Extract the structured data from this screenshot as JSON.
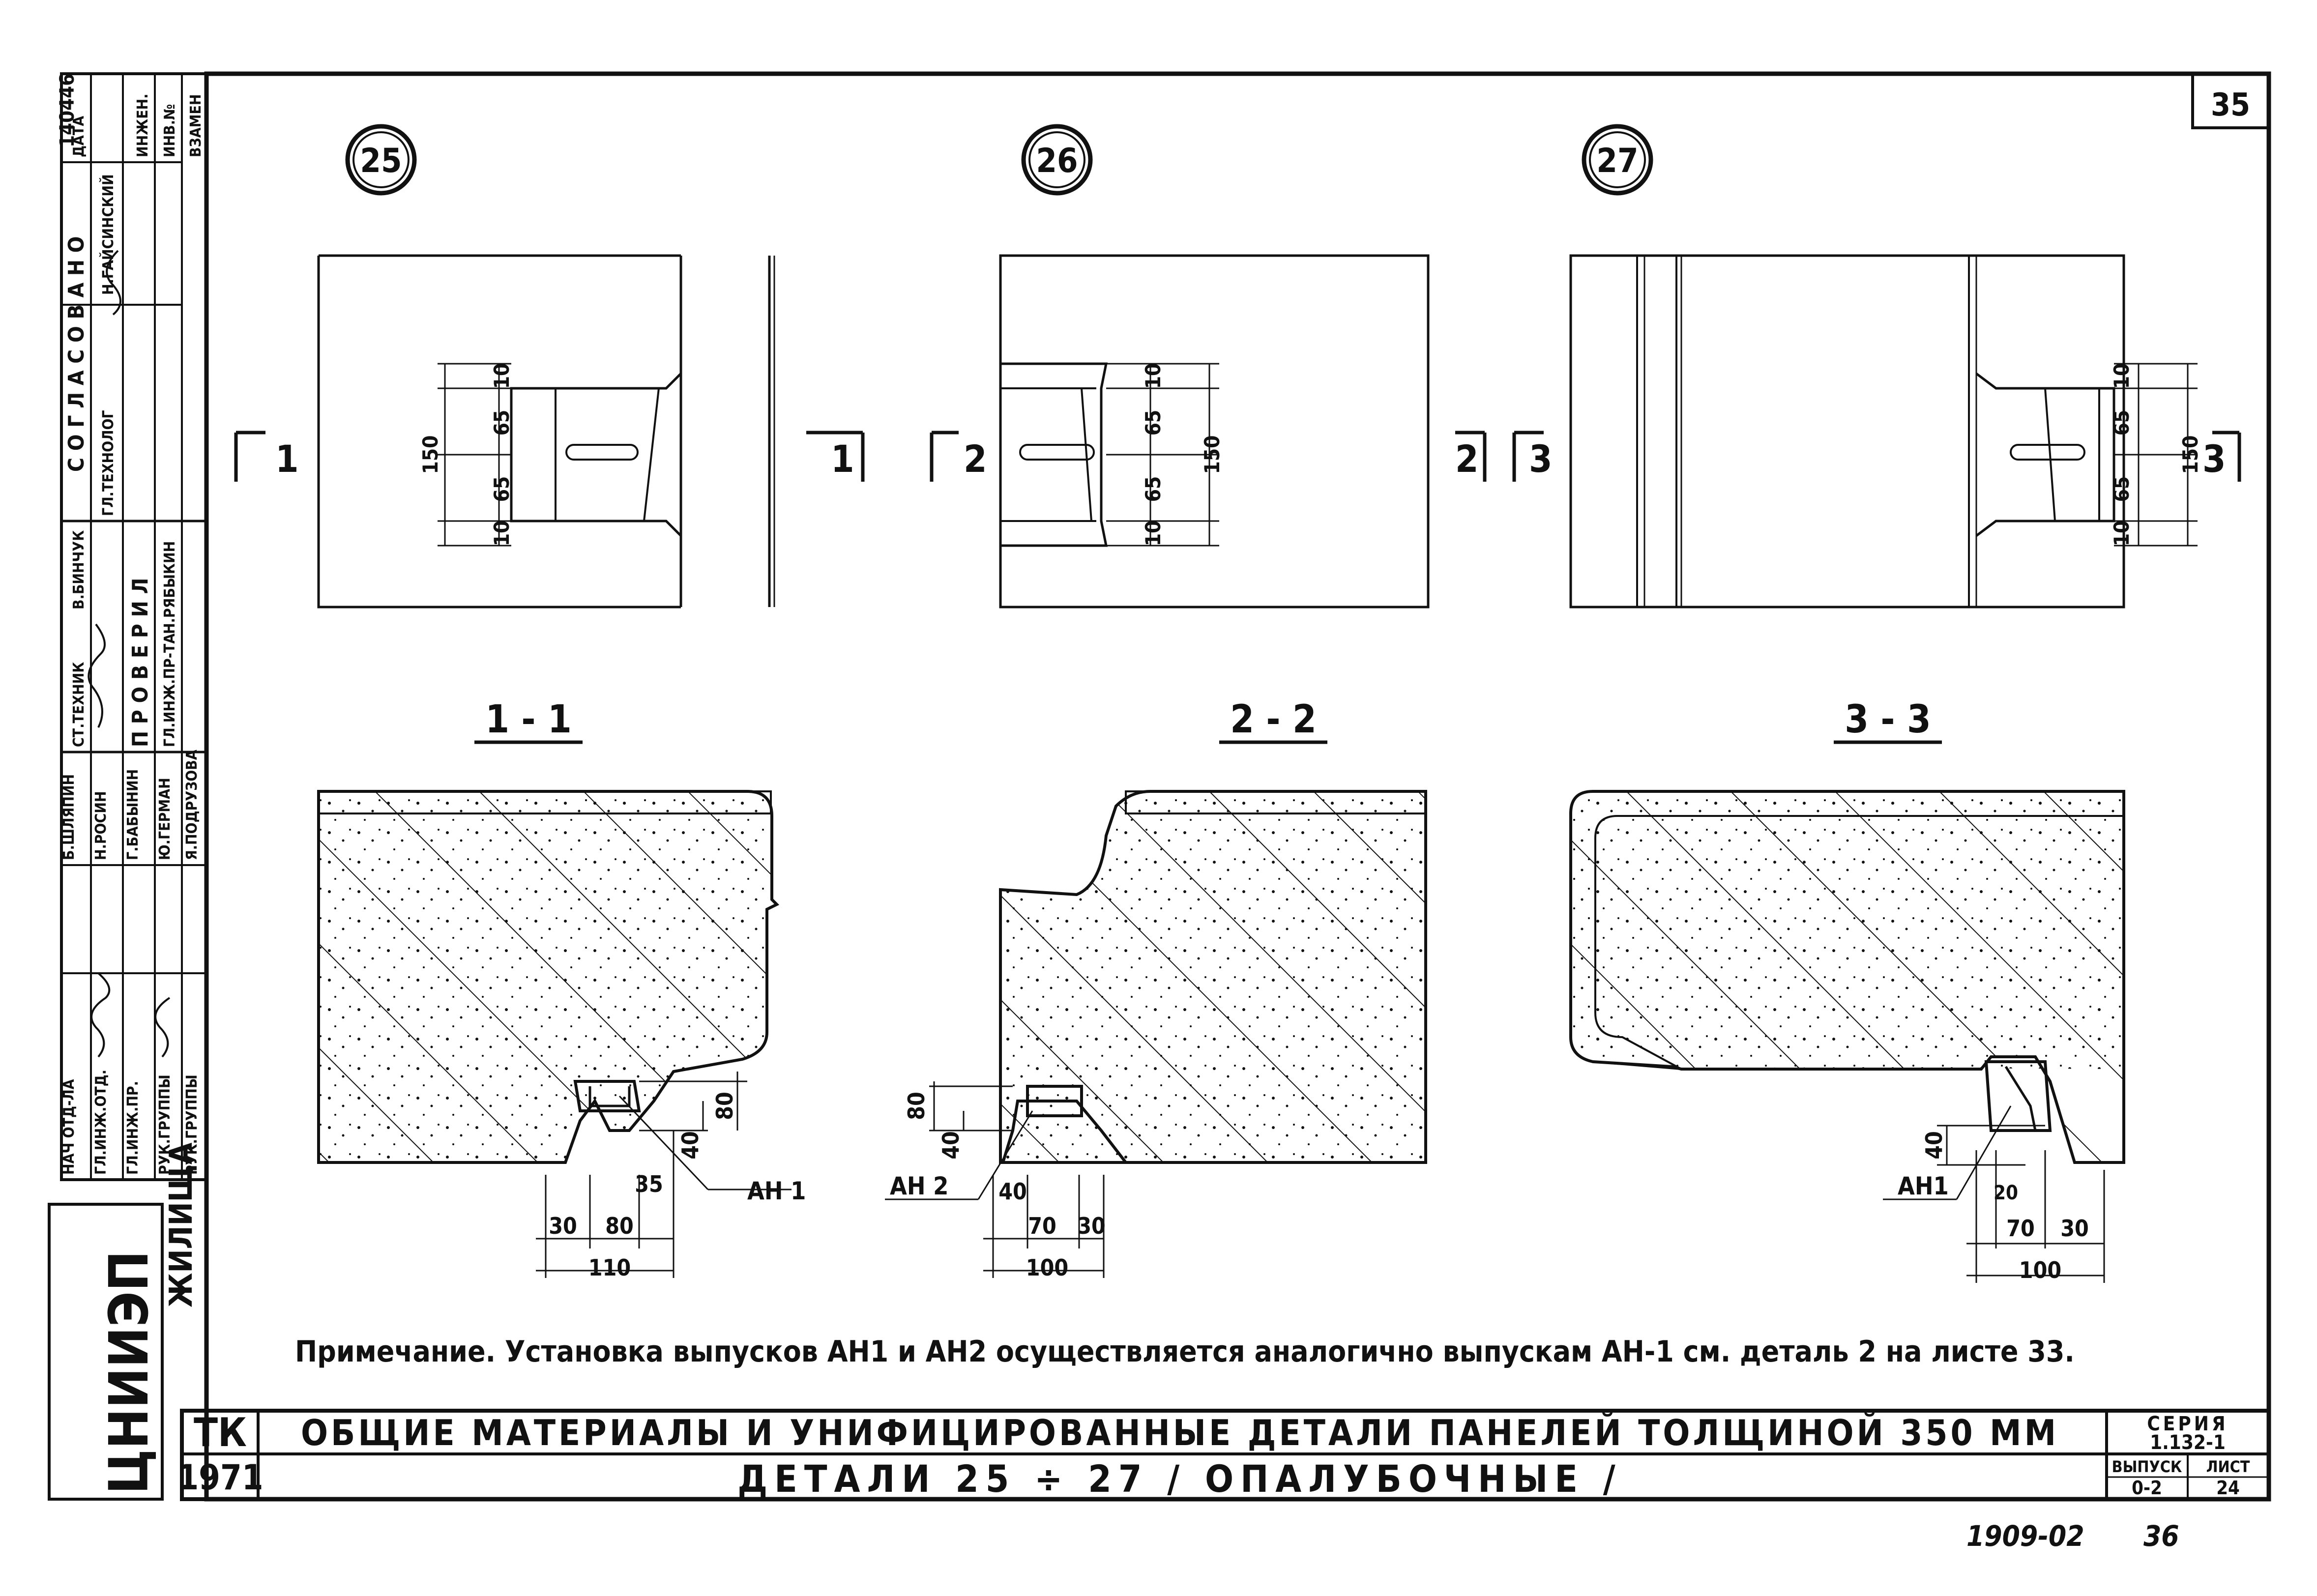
{
  "sheet": {
    "sheet_number": "35",
    "details": [
      {
        "number": "25",
        "cut_marks": [
          "1",
          "1"
        ],
        "section_title": "1 - 1",
        "dims_vertical": [
          "10",
          "65",
          "65",
          "10"
        ],
        "dim_total": "150",
        "anchor": "АН 1",
        "dims_bottom": [
          "30",
          "80",
          "35",
          "110"
        ],
        "dims_side": [
          "40",
          "80"
        ]
      },
      {
        "number": "26",
        "cut_marks": [
          "2",
          "2"
        ],
        "section_title": "2 - 2",
        "dims_vertical": [
          "10",
          "65",
          "65",
          "10"
        ],
        "dim_total": "150",
        "anchor": "АН 2",
        "dims_bottom": [
          "40",
          "70",
          "30",
          "100"
        ],
        "dims_side": [
          "80",
          "40"
        ]
      },
      {
        "number": "27",
        "cut_marks": [
          "3",
          "3"
        ],
        "section_title": "3 - 3",
        "dims_vertical": [
          "10",
          "65",
          "65",
          "10"
        ],
        "dim_total": "150",
        "anchor": "АН1",
        "dims_bottom": [
          "20",
          "70",
          "30",
          "100"
        ],
        "dims_side": [
          "40"
        ]
      }
    ],
    "note": "Примечание. Установка выпусков АН1 и АН2 осуществляется аналогично выпускам АН-1 см. деталь 2 на листе 33."
  },
  "left_stamp": {
    "agreed_header": "С О Г Л А С О В А Н О",
    "agreed_rows": [
      {
        "role": "ГЛ.ТЕХНОЛОГ",
        "name": "Н.ГАЙСИНСКИЙ"
      },
      {
        "role": "ИНЖЕН.",
        "name": "ДАТА"
      }
    ],
    "checked_header": "П Р О В Е Р И Л",
    "staff_rows": [
      {
        "role": "НАЧ ОТД-ЛА",
        "name": "Б.ШЛЯПИН"
      },
      {
        "role": "ГЛ.ИНЖ.ОТД.",
        "name": "Н.РОСИН"
      },
      {
        "role": "ГЛ.ИНЖ.ПР.",
        "name": "Г.БАБЫНИН"
      },
      {
        "role": "РУК.ГРУППЫ",
        "name": "Ю.ГЕРМАН"
      },
      {
        "role": "РУК.ГРУППЫ",
        "name": "Я.ПОДРУЗОВА"
      }
    ],
    "checked_rows": [
      {
        "role": "СТ.ТЕХНИК",
        "name": "В.БИНЧУК"
      },
      {
        "role": "ГЛ.ИНЖ.ПР-ТА",
        "name": "Н.РЯБЫКИН"
      }
    ],
    "inv_label": "ИНВ.№",
    "replace_label": "ВЗАМЕН",
    "inv_number": "140446",
    "org_name": "ЦНИИЭП",
    "org_sub": "ЖИЛИЩА"
  },
  "title_block": {
    "code": "ТК",
    "year": "1971",
    "title": "ОБЩИЕ МАТЕРИАЛЫ И УНИФИЦИРОВАННЫЕ ДЕТАЛИ ПАНЕЛЕЙ ТОЛЩИНОЙ 350 ММ",
    "subtitle": "ДЕТАЛИ 25 ÷ 27 / ОПАЛУБОЧНЫЕ /",
    "series_label": "СЕРИЯ",
    "series_value": "1.132-1",
    "issue_label": "ВЫПУСК",
    "issue_value": "0-2",
    "sheet_label": "ЛИСТ",
    "sheet_value": "24"
  },
  "footer": {
    "archive_number": "1909-02",
    "page_number": "36"
  }
}
